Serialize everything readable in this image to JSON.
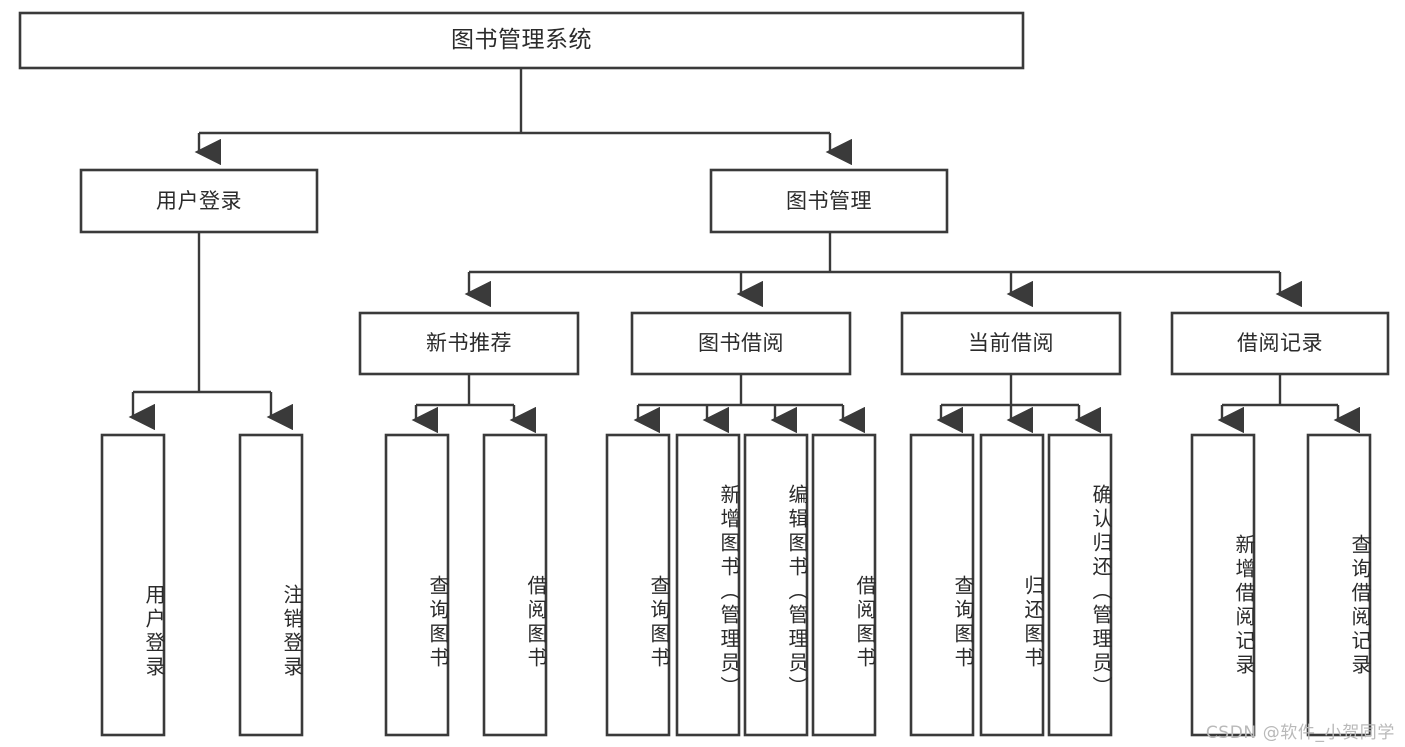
{
  "diagram": {
    "type": "tree-hierarchy",
    "title": "图书管理系统",
    "colors": {
      "box_stroke": "#3a3a3a",
      "box_fill": "#ffffff",
      "connector": "#3a3a3a",
      "text": "#2b2b2b",
      "background": "#ffffff",
      "watermark": "#b9b9b9"
    },
    "root": {
      "label": "图书管理系统"
    },
    "level2": [
      {
        "label": "用户登录"
      },
      {
        "label": "图书管理"
      }
    ],
    "level3": [
      {
        "label": "新书推荐"
      },
      {
        "label": "图书借阅"
      },
      {
        "label": "当前借阅"
      },
      {
        "label": "借阅记录"
      }
    ],
    "leaves": {
      "user_login": [
        {
          "label": "用户登录"
        },
        {
          "label": "注销登录"
        }
      ],
      "new_book_recommend": [
        {
          "label": "查询图书"
        },
        {
          "label": "借阅图书"
        }
      ],
      "book_borrow": [
        {
          "label": "查询图书"
        },
        {
          "label": "新增图书（管理员）"
        },
        {
          "label": "编辑图书（管理员）"
        },
        {
          "label": "借阅图书"
        }
      ],
      "current_borrow": [
        {
          "label": "查询图书"
        },
        {
          "label": "归还图书"
        },
        {
          "label": "确认归还（管理员）"
        }
      ],
      "borrow_record": [
        {
          "label": "新增借阅记录"
        },
        {
          "label": "查询借阅记录"
        }
      ]
    }
  },
  "watermark": {
    "text": "CSDN @软件_小贺同学"
  }
}
